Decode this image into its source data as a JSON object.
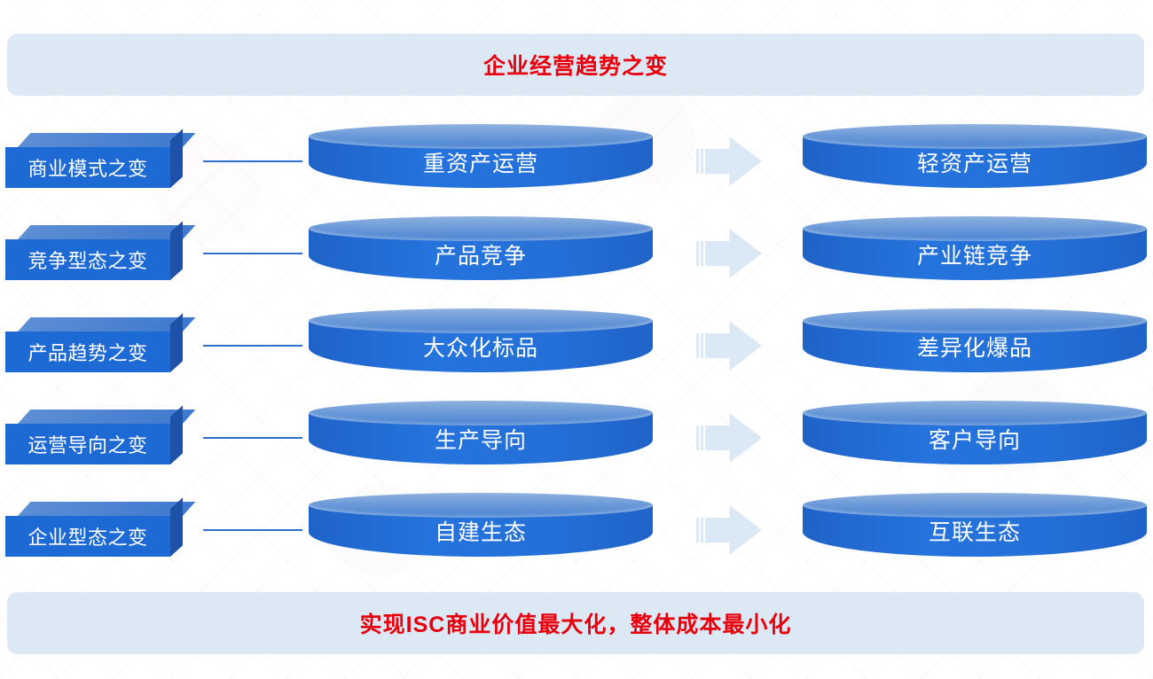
{
  "header": {
    "title": "企业经营趋势之变"
  },
  "footer": {
    "title": "实现ISC商业价值最大化，整体成本最小化"
  },
  "colors": {
    "banner_background": "#dce8f4",
    "banner_text": "#e8000d",
    "cylinder_body": "#2470d8",
    "cylinder_top": "#6c9ad9",
    "label_box_face": "#1e6ad4",
    "label_box_side": "#1d52a8",
    "connector_line": "#2f6fcd",
    "arrow_fill": "#dbe8f5",
    "page_background": "#ffffff"
  },
  "rows": [
    {
      "category": "商业模式之变",
      "from": "重资产运营",
      "to": "轻资产运营",
      "arrow": "right-arrow-icon"
    },
    {
      "category": "竞争型态之变",
      "from": "产品竞争",
      "to": "产业链竞争",
      "arrow": "right-arrow-icon"
    },
    {
      "category": "产品趋势之变",
      "from": "大众化标品",
      "to": "差异化爆品",
      "arrow": "right-arrow-icon"
    },
    {
      "category": "运营导向之变",
      "from": "生产导向",
      "to": "客户导向",
      "arrow": "right-arrow-icon"
    },
    {
      "category": "企业型态之变",
      "from": "自建生态",
      "to": "互联生态",
      "arrow": "right-arrow-icon"
    }
  ]
}
